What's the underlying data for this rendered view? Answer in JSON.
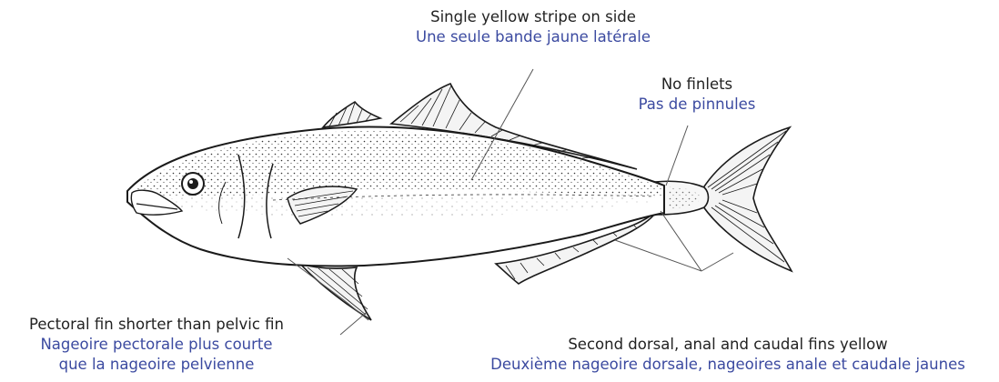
{
  "colors": {
    "english_text": "#222222",
    "french_text": "#3b4aa0",
    "fish_outline": "#1a1a1a"
  },
  "annotations": {
    "stripe": {
      "en": "Single yellow stripe on side",
      "fr": "Une seule bande jaune latérale"
    },
    "finlets": {
      "en": "No finlets",
      "fr": "Pas de pinnules"
    },
    "pectoral": {
      "en": "Pectoral fin shorter than pelvic fin",
      "fr_line1": "Nageoire pectorale plus courte",
      "fr_line2": "que la nageoire pelvienne"
    },
    "fins": {
      "en": "Second dorsal, anal and caudal fins yellow",
      "fr": "Deuxième nageoire dorsale, nageoires anale et caudale jaunes"
    }
  }
}
